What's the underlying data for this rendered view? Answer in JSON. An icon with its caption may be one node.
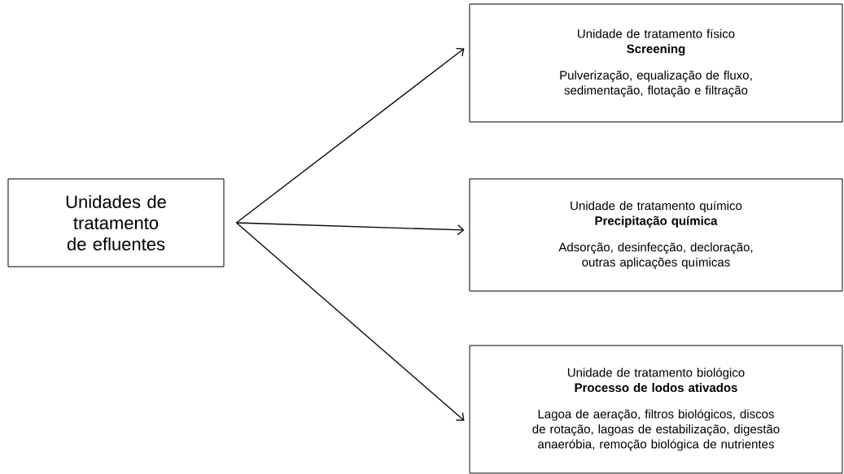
{
  "diagram": {
    "nodes": [
      {
        "text": [
          "Unidades de tratamento de efluentes"
        ]
      },
      {
        "text": [
          "Unidade de tratamento físico",
          "Screening",
          "Pulverização, equalização de fluxo, sedimentação, flotação e filtração"
        ]
      },
      {
        "text": [
          "Unidade de tratamento químico",
          "Precipitação química",
          "Adsorção, desinfecção, decloração, outras aplicações químicas"
        ]
      },
      {
        "text": [
          "Unidade de tratamento biológico",
          "Processo de lodos ativados",
          "Lagoa de aeração, filtros biológicos, discos de rotação, lagoas de estabilização, digestão anaeróbia, remoção biológica de nutrientes"
        ]
      }
    ],
    "edges": [
      {
        "from": 0,
        "to": 1,
        "arrow": "to"
      },
      {
        "from": 0,
        "to": 2,
        "arrow": "to"
      },
      {
        "from": 0,
        "to": 3,
        "arrow": "to"
      }
    ]
  }
}
